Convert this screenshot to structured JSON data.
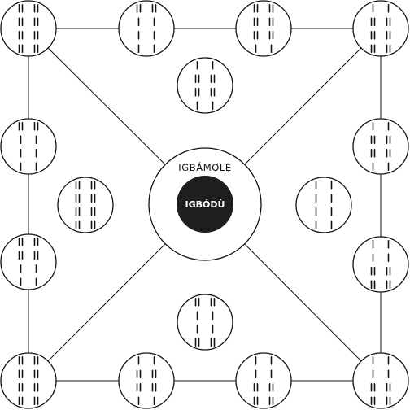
{
  "diagram": {
    "outer_label": "IGBÁMỌ́LẸ̀",
    "inner_label": "IGBÓDÙ",
    "colors": {
      "ink": "#111111",
      "center_fill": "#1f1d1e",
      "center_text": "#ffffff",
      "background": "#ffffff"
    },
    "odu": [
      {
        "id": "top-left-corner",
        "marks": [
          2,
          2,
          2,
          2
        ]
      },
      {
        "id": "top-left-mid",
        "marks": [
          2,
          1,
          1,
          1
        ]
      },
      {
        "id": "top-right-mid",
        "marks": [
          2,
          2,
          2,
          1
        ]
      },
      {
        "id": "top-right-corner",
        "marks": [
          1,
          2,
          2,
          2
        ]
      },
      {
        "id": "left-upper",
        "marks": [
          2,
          1,
          1,
          1
        ]
      },
      {
        "id": "left-lower",
        "marks": [
          2,
          2,
          1,
          1
        ]
      },
      {
        "id": "right-upper",
        "marks": [
          1,
          2,
          2,
          1
        ]
      },
      {
        "id": "right-lower",
        "marks": [
          1,
          1,
          2,
          2
        ]
      },
      {
        "id": "bottom-left-corner",
        "marks": [
          2,
          2,
          2,
          2
        ]
      },
      {
        "id": "bottom-left-mid",
        "marks": [
          1,
          2,
          2,
          1
        ]
      },
      {
        "id": "bottom-right-mid",
        "marks": [
          1,
          1,
          2,
          2
        ]
      },
      {
        "id": "bottom-right-corner",
        "marks": [
          1,
          1,
          2,
          2
        ]
      },
      {
        "id": "inner-top",
        "marks": [
          1,
          2,
          2,
          1
        ]
      },
      {
        "id": "inner-left",
        "marks": [
          2,
          2,
          2,
          2
        ]
      },
      {
        "id": "inner-right",
        "marks": [
          1,
          1,
          1,
          1
        ]
      },
      {
        "id": "inner-bottom",
        "marks": [
          2,
          1,
          1,
          2
        ]
      }
    ]
  }
}
